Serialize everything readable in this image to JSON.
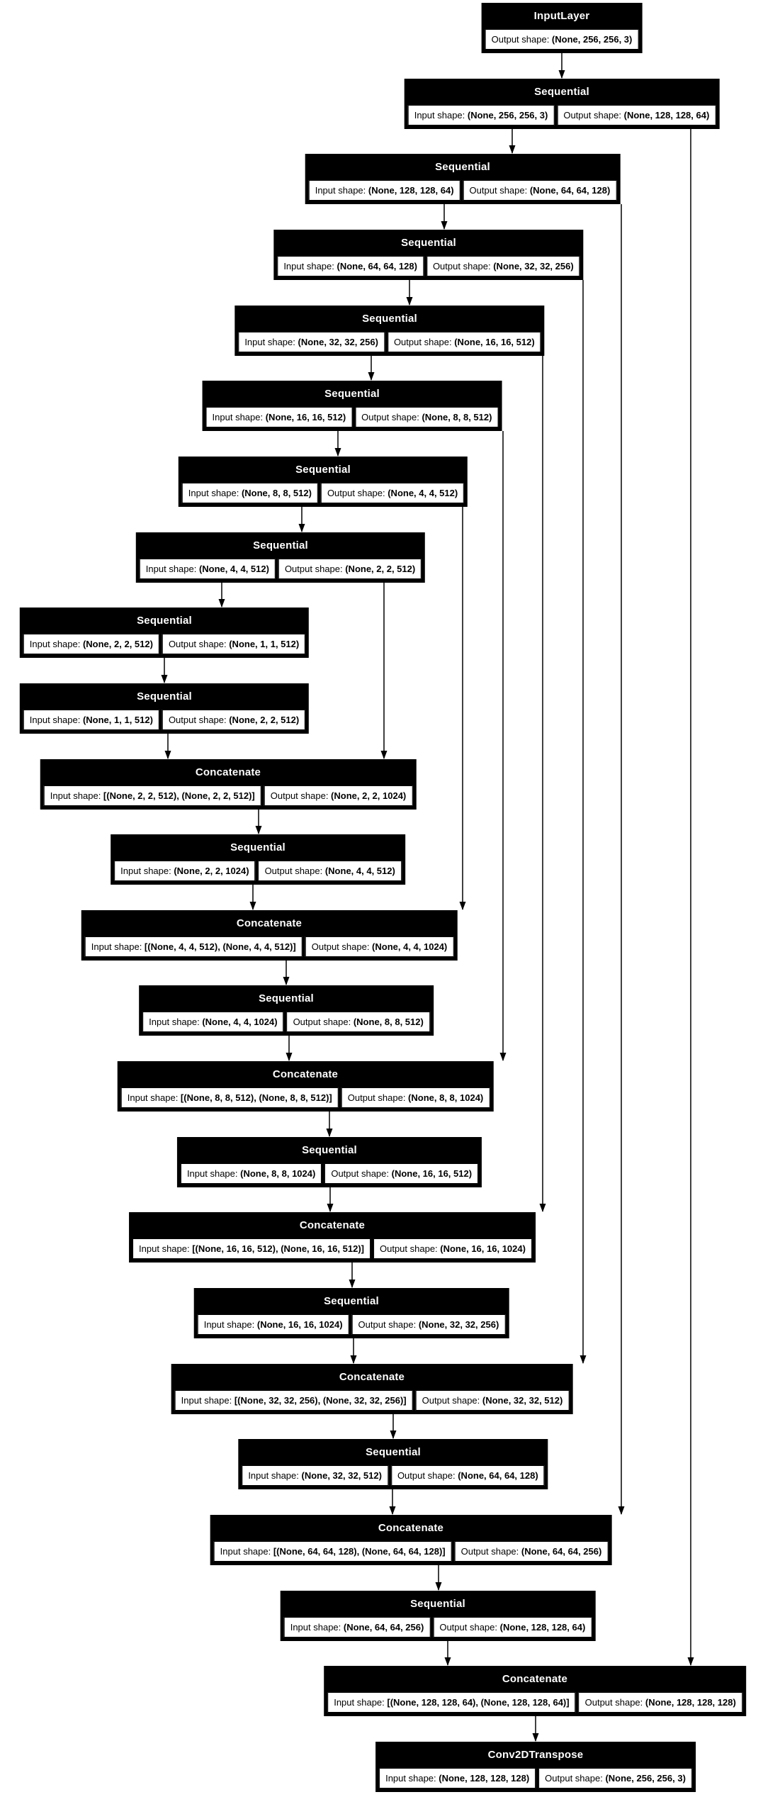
{
  "diagram": {
    "background": "#ffffff",
    "node_fill": "#000000",
    "node_text_color": "#ffffff",
    "cell_fill": "#ffffff",
    "cell_text_color": "#000000",
    "edge_color": "#000000",
    "labels": {
      "input_prefix": "Input shape: ",
      "output_prefix": "Output shape: "
    },
    "nodes": [
      {
        "type": "InputLayer",
        "output_shape": "(None, 256, 256, 3)"
      },
      {
        "type": "Sequential",
        "input_shape": "(None, 256, 256, 3)",
        "output_shape": "(None, 128, 128, 64)"
      },
      {
        "type": "Sequential",
        "input_shape": "(None, 128, 128, 64)",
        "output_shape": "(None, 64, 64, 128)"
      },
      {
        "type": "Sequential",
        "input_shape": "(None, 64, 64, 128)",
        "output_shape": "(None, 32, 32, 256)"
      },
      {
        "type": "Sequential",
        "input_shape": "(None, 32, 32, 256)",
        "output_shape": "(None, 16, 16, 512)"
      },
      {
        "type": "Sequential",
        "input_shape": "(None, 16, 16, 512)",
        "output_shape": "(None, 8, 8, 512)"
      },
      {
        "type": "Sequential",
        "input_shape": "(None, 8, 8, 512)",
        "output_shape": "(None, 4, 4, 512)"
      },
      {
        "type": "Sequential",
        "input_shape": "(None, 4, 4, 512)",
        "output_shape": "(None, 2, 2, 512)"
      },
      {
        "type": "Sequential",
        "input_shape": "(None, 2, 2, 512)",
        "output_shape": "(None, 1, 1, 512)"
      },
      {
        "type": "Sequential",
        "input_shape": "(None, 1, 1, 512)",
        "output_shape": "(None, 2, 2, 512)"
      },
      {
        "type": "Concatenate",
        "input_shape": "[(None, 2, 2, 512), (None, 2, 2, 512)]",
        "output_shape": "(None, 2, 2, 1024)"
      },
      {
        "type": "Sequential",
        "input_shape": "(None, 2, 2, 1024)",
        "output_shape": "(None, 4, 4, 512)"
      },
      {
        "type": "Concatenate",
        "input_shape": "[(None, 4, 4, 512), (None, 4, 4, 512)]",
        "output_shape": "(None, 4, 4, 1024)"
      },
      {
        "type": "Sequential",
        "input_shape": "(None, 4, 4, 1024)",
        "output_shape": "(None, 8, 8, 512)"
      },
      {
        "type": "Concatenate",
        "input_shape": "[(None, 8, 8, 512), (None, 8, 8, 512)]",
        "output_shape": "(None, 8, 8, 1024)"
      },
      {
        "type": "Sequential",
        "input_shape": "(None, 8, 8, 1024)",
        "output_shape": "(None, 16, 16, 512)"
      },
      {
        "type": "Concatenate",
        "input_shape": "[(None, 16, 16, 512), (None, 16, 16, 512)]",
        "output_shape": "(None, 16, 16, 1024)"
      },
      {
        "type": "Sequential",
        "input_shape": "(None, 16, 16, 1024)",
        "output_shape": "(None, 32, 32, 256)"
      },
      {
        "type": "Concatenate",
        "input_shape": "[(None, 32, 32, 256), (None, 32, 32, 256)]",
        "output_shape": "(None, 32, 32, 512)"
      },
      {
        "type": "Sequential",
        "input_shape": "(None, 32, 32, 512)",
        "output_shape": "(None, 64, 64, 128)"
      },
      {
        "type": "Concatenate",
        "input_shape": "[(None, 64, 64, 128), (None, 64, 64, 128)]",
        "output_shape": "(None, 64, 64, 256)"
      },
      {
        "type": "Sequential",
        "input_shape": "(None, 64, 64, 256)",
        "output_shape": "(None, 128, 128, 64)"
      },
      {
        "type": "Concatenate",
        "input_shape": "[(None, 128, 128, 64), (None, 128, 128, 64)]",
        "output_shape": "(None, 128, 128, 128)"
      },
      {
        "type": "Conv2DTranspose",
        "input_shape": "(None, 128, 128, 128)",
        "output_shape": "(None, 256, 256, 3)"
      }
    ],
    "edges": [
      {
        "from": 0,
        "to": 1
      },
      {
        "from": 1,
        "to": 2
      },
      {
        "from": 2,
        "to": 3
      },
      {
        "from": 3,
        "to": 4
      },
      {
        "from": 4,
        "to": 5
      },
      {
        "from": 5,
        "to": 6
      },
      {
        "from": 6,
        "to": 7
      },
      {
        "from": 7,
        "to": 8
      },
      {
        "from": 8,
        "to": 9
      },
      {
        "from": 9,
        "to": 10
      },
      {
        "from": 10,
        "to": 11
      },
      {
        "from": 11,
        "to": 12
      },
      {
        "from": 12,
        "to": 13
      },
      {
        "from": 13,
        "to": 14
      },
      {
        "from": 14,
        "to": 15
      },
      {
        "from": 15,
        "to": 16
      },
      {
        "from": 16,
        "to": 17
      },
      {
        "from": 17,
        "to": 18
      },
      {
        "from": 18,
        "to": 19
      },
      {
        "from": 19,
        "to": 20
      },
      {
        "from": 20,
        "to": 21
      },
      {
        "from": 21,
        "to": 22
      },
      {
        "from": 22,
        "to": 23
      },
      {
        "from": 1,
        "to": 22,
        "skip": true
      },
      {
        "from": 2,
        "to": 20,
        "skip": true
      },
      {
        "from": 3,
        "to": 18,
        "skip": true
      },
      {
        "from": 4,
        "to": 16,
        "skip": true
      },
      {
        "from": 5,
        "to": 14,
        "skip": true
      },
      {
        "from": 6,
        "to": 12,
        "skip": true
      },
      {
        "from": 7,
        "to": 10,
        "skip": true
      }
    ]
  }
}
